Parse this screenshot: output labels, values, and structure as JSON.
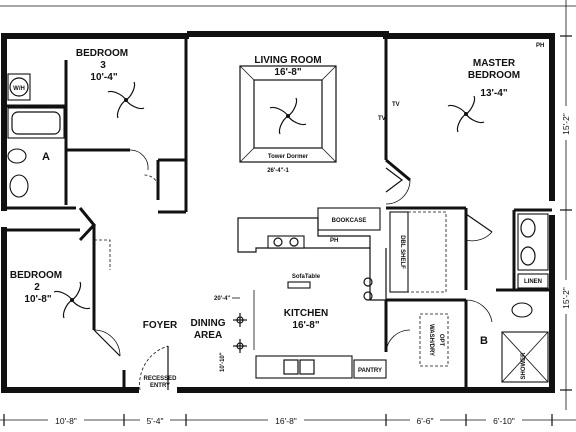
{
  "rooms": {
    "bedroom3": {
      "name": "BEDROOM",
      "number": "3",
      "size": "10'-4\""
    },
    "living": {
      "name": "LIVING ROOM",
      "size": "16'-8\"",
      "note": "Tower Dormer",
      "dormer_dim": "26'-4\"-1"
    },
    "master": {
      "name": "MASTER",
      "name2": "BEDROOM",
      "size": "13'-4\""
    },
    "bedroom2": {
      "name": "BEDROOM",
      "number": "2",
      "size": "10'-8\""
    },
    "foyer": {
      "name": "FOYER"
    },
    "dining": {
      "name": "DINING",
      "name2": "AREA"
    },
    "kitchen": {
      "name": "KITCHEN",
      "size": "16'-8\""
    },
    "bath_a": {
      "name": "A"
    },
    "bath_b": {
      "name": "B"
    }
  },
  "labels": {
    "wh": "W/H",
    "tv1": "TV",
    "tv2": "TV",
    "ph_master": "PH",
    "ph_kitchen": "PH",
    "bookcase": "BOOKCASE",
    "dbl_shelf": "DBL SHELF",
    "linen": "LINEN",
    "pantry": "PANTRY",
    "washer_dryer": "WASH/DRY",
    "washer_dryer2": "OPT",
    "shower": "SHOWER",
    "recessed": "RECESSED",
    "entry": "ENTRY",
    "sofa_table": "SofaTable",
    "dim_20": "20'-4\"",
    "dim_10": "10'-10\""
  },
  "dimensions": {
    "bottom": [
      "10'-8\"",
      "5'-4\"",
      "16'-8\"",
      "6'-6\"",
      "6'-10\""
    ],
    "right": [
      "15'-2\"",
      "15'-2\""
    ]
  }
}
